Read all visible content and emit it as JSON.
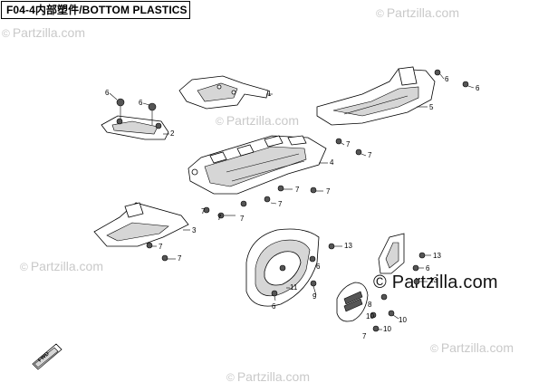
{
  "header": {
    "title": "F04-4内部塑件/BOTTOM PLASTICS"
  },
  "watermarks": [
    "Partzilla.com",
    "Partzilla.com",
    "Partzilla.com",
    "Partzilla.com",
    "Partzilla.com",
    "Partzilla.com"
  ],
  "watermark_symbol": "©",
  "brand_watermark": "© Partzilla.com",
  "fwd_label": "FWD",
  "callouts": {
    "c1": "1",
    "c2": "2",
    "c3": "3",
    "c4": "4",
    "c5": "5",
    "c6a": "6",
    "c6b": "6",
    "c6c": "6",
    "c6d": "6",
    "c6e": "6",
    "c6f": "6",
    "c6g": "6",
    "c7a": "7",
    "c7b": "7",
    "c7c": "7",
    "c7d": "7",
    "c7e": "7",
    "c7f": "7",
    "c7g": "7",
    "c7h": "7",
    "c7i": "7",
    "c7j": "7",
    "c7k": "7",
    "c8": "8",
    "c9": "9",
    "c10a": "10",
    "c10b": "10",
    "c10c": "10",
    "c11": "11",
    "c13a": "13",
    "c13b": "13",
    "c13c": "13"
  }
}
